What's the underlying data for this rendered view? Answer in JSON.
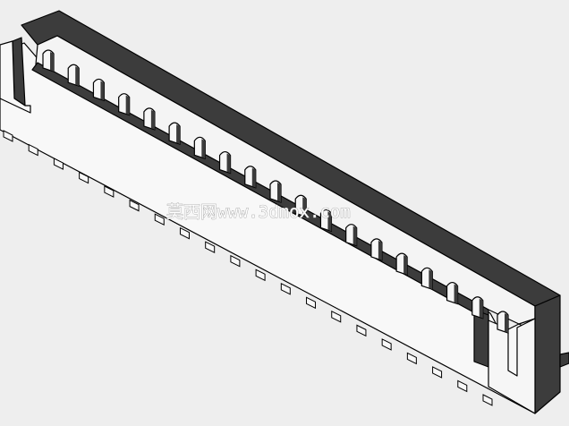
{
  "image": {
    "subject": "connector-render",
    "pin_count": 19,
    "colors": {
      "background": "#eeeeee",
      "housing_light": "#f8f8f8",
      "housing_dark": "#3c3c3c",
      "outline": "#000000"
    }
  },
  "watermark": {
    "text": "莫西网www.3dmox.com"
  }
}
